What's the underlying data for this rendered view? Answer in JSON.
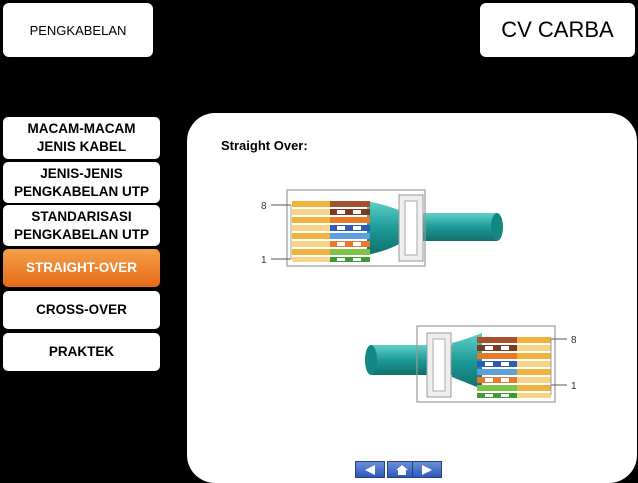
{
  "header": {
    "section_label": "PENGKABELAN",
    "brand": "CV CARBA"
  },
  "menu": [
    {
      "label": "MACAM-MACAM JENIS KABEL",
      "active": false
    },
    {
      "label": "JENIS-JENIS PENGKABELAN UTP",
      "active": false
    },
    {
      "label": "STANDARISASI PENGKABELAN UTP",
      "active": false
    },
    {
      "label": "STRAIGHT-OVER",
      "active": true
    },
    {
      "label": "CROSS-OVER",
      "active": false
    },
    {
      "label": "PRAKTEK",
      "active": false
    }
  ],
  "content": {
    "title": "Straight Over:",
    "pin_labels": {
      "top": "8",
      "bottom": "1"
    }
  },
  "nav": {
    "prev_icon": "triangle-left-icon",
    "home_icon": "home-icon",
    "next_icon": "triangle-right-icon"
  },
  "colors": {
    "accent": "#e8761e",
    "cable": "#2aa7a3",
    "nav_blue": "#3a64c4"
  }
}
